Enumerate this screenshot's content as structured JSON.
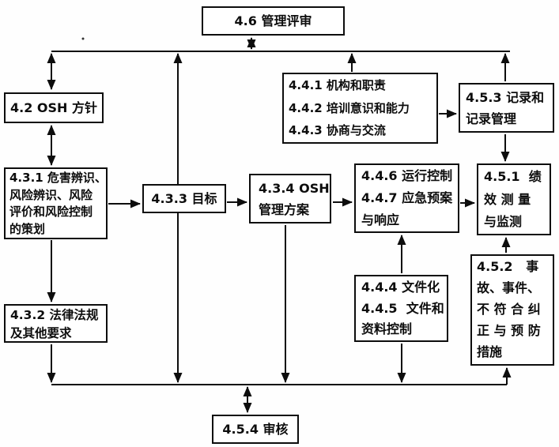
{
  "diagram": {
    "kind": "flowchart",
    "language": "zh",
    "colors": {
      "line": "#0d0d0d",
      "box_border": "#0d0d0d",
      "box_bg": "#ffffff",
      "page_bg": "#fefefe"
    },
    "nodes": {
      "n46": {
        "id": "4.6",
        "label": "4.6 管理评审"
      },
      "n42": {
        "id": "4.2",
        "label": "4.2 OSH 方针"
      },
      "n431": {
        "id": "4.3.1",
        "label": "4.3.1 危害辨识、\n风险辨识、风险\n评价和风险控制\n的策划"
      },
      "n432": {
        "id": "4.3.2",
        "label": "4.3.2 法律法规\n及其他要求"
      },
      "n433": {
        "id": "4.3.3",
        "label": "4.3.3 目标"
      },
      "n434": {
        "id": "4.3.4",
        "label": "4.3.4 OSH\n管理方案"
      },
      "n44": {
        "id": "4.4.1-4.4.3",
        "label": "4.4.1 机构和职责\n4.4.2 培训意识和能力\n4.4.3 协商与交流"
      },
      "n453": {
        "id": "4.5.3",
        "label": "4.5.3 记录和\n记录管理"
      },
      "n446": {
        "id": "4.4.6-4.4.7",
        "label": "4.4.6 运行控制\n4.4.7 应急预案\n与响应"
      },
      "n451": {
        "id": "4.5.1",
        "label": "4.5.1  绩\n效 测 量\n与监测"
      },
      "n444": {
        "id": "4.4.4-4.4.5",
        "label": "4.4.4 文件化\n4.4.5  文件和\n资料控制"
      },
      "n452": {
        "id": "4.5.2",
        "label": "4.5.2   事\n故、事件、\n不 符 合 纠\n正 与 预 防\n措施"
      },
      "n454": {
        "id": "4.5.4",
        "label": "4.5.4 审核"
      }
    },
    "edges": [
      {
        "from": "4.6",
        "to": "top-bus-line",
        "type": "double"
      },
      {
        "from": "top-bus-line",
        "to": "4.2",
        "type": "double"
      },
      {
        "from": "4.2",
        "to": "4.3.1",
        "type": "double"
      },
      {
        "from": "4.3.1",
        "to": "4.3.2",
        "type": "single"
      },
      {
        "from": "4.3.2",
        "to": "bottom-bus-line",
        "type": "single"
      },
      {
        "from": "4.3.1",
        "to": "4.3.3",
        "type": "single"
      },
      {
        "from": "4.3.3",
        "to": "top-bus-line",
        "type": "single"
      },
      {
        "from": "4.3.3",
        "to": "bottom-bus-line",
        "type": "single"
      },
      {
        "from": "4.3.3",
        "to": "4.3.4",
        "type": "single"
      },
      {
        "from": "4.3.4",
        "to": "4.4.6-4.4.7",
        "type": "single"
      },
      {
        "from": "4.3.4",
        "to": "bottom-bus-line",
        "type": "single"
      },
      {
        "from": "4.4.1-4.4.3",
        "to": "top-bus-line",
        "type": "single"
      },
      {
        "from": "4.4.1-4.4.3",
        "to": "4.5.3",
        "type": "single"
      },
      {
        "from": "4.5.3",
        "to": "top-bus-line",
        "type": "single"
      },
      {
        "from": "4.5.3",
        "to": "4.5.1",
        "type": "single"
      },
      {
        "from": "4.4.6-4.4.7",
        "to": "4.5.1",
        "type": "single"
      },
      {
        "from": "4.4.4-4.4.5",
        "to": "4.4.6-4.4.7",
        "type": "single"
      },
      {
        "from": "4.4.4-4.4.5",
        "to": "bottom-bus-line",
        "type": "single"
      },
      {
        "from": "4.5.2",
        "to": "4.5.1",
        "type": "single"
      },
      {
        "from": "bottom-bus-line",
        "to": "4.5.2",
        "type": "single"
      },
      {
        "from": "bottom-bus-line",
        "to": "4.5.4",
        "type": "double"
      }
    ]
  }
}
